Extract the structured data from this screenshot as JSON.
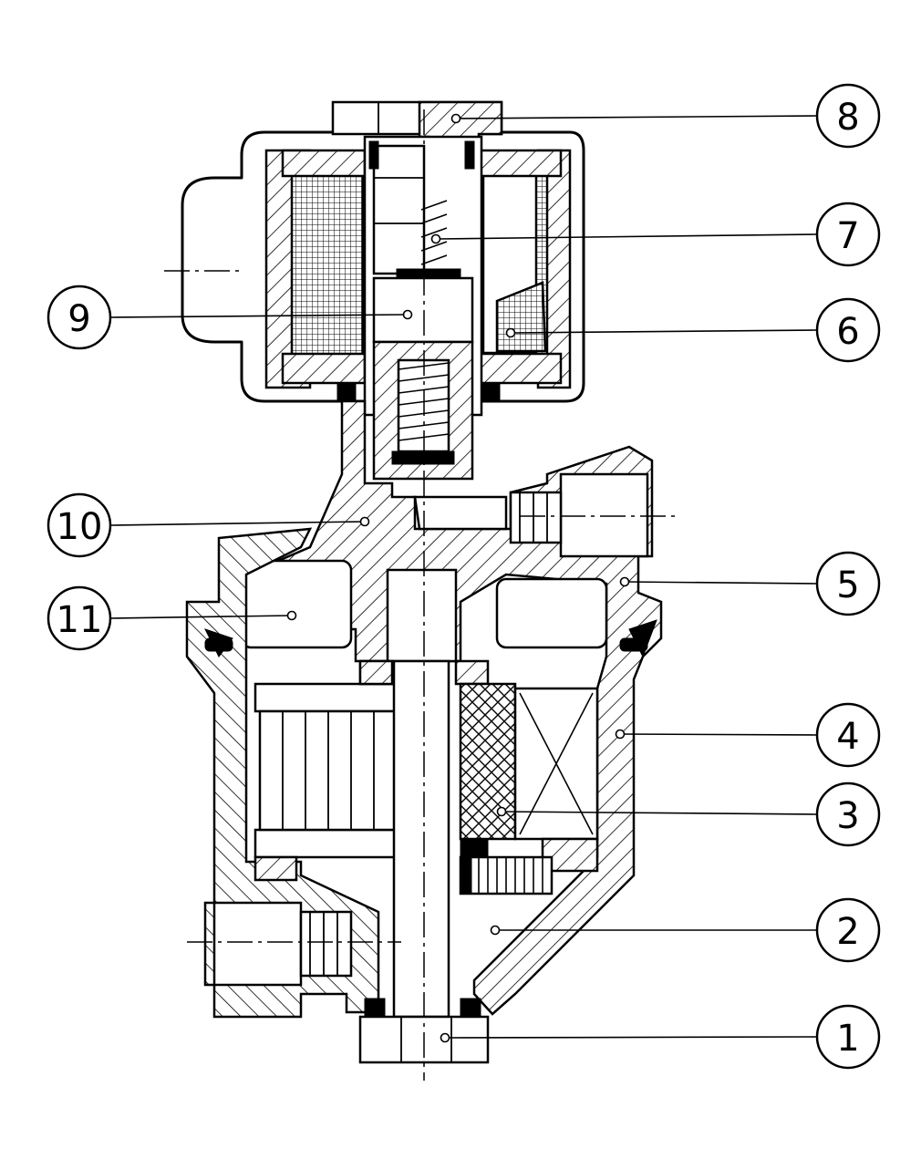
{
  "drawing": {
    "type": "cross-section",
    "line_color": "#000000",
    "background": "#ffffff"
  },
  "balloons": [
    {
      "id": "8",
      "label": "8"
    },
    {
      "id": "7",
      "label": "7"
    },
    {
      "id": "9",
      "label": "9"
    },
    {
      "id": "6",
      "label": "6"
    },
    {
      "id": "10",
      "label": "10"
    },
    {
      "id": "5",
      "label": "5"
    },
    {
      "id": "11",
      "label": "11"
    },
    {
      "id": "4",
      "label": "4"
    },
    {
      "id": "3",
      "label": "3"
    },
    {
      "id": "2",
      "label": "2"
    },
    {
      "id": "1",
      "label": "1"
    }
  ]
}
